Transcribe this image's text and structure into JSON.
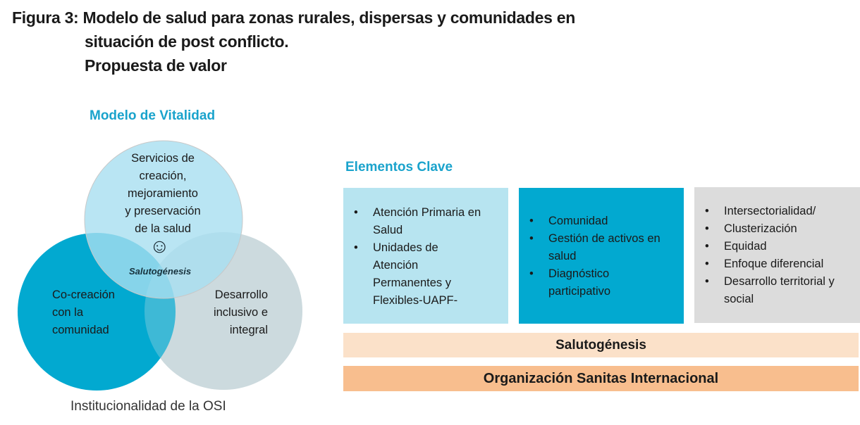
{
  "figure": {
    "title_line1": "Figura 3: Modelo de salud para zonas rurales, dispersas y comunidades en",
    "title_line2": "situación de post conflicto.",
    "title_line3": "Propuesta de valor"
  },
  "vitality_model": {
    "heading": "Modelo de Vitalidad",
    "circle_top": "Servicios de creación, mejoramiento y preservación de la salud",
    "circle_top_lines": [
      "Servicios de",
      "creación,",
      "mejoramiento",
      "y preservación",
      "de la salud"
    ],
    "center_icon": "smiley-icon",
    "center_symbol": "☺",
    "center_label": "Salutogénesis",
    "circle_left_lines": [
      "Co-creación",
      "con la",
      "comunidad"
    ],
    "circle_right_lines": [
      "Desarrollo",
      "inclusivo e",
      "integral"
    ],
    "footer": "Institucionalidad de la OSI"
  },
  "key_elements": {
    "heading": "Elementos Clave",
    "boxes": [
      {
        "items": [
          "Atención Primaria en Salud",
          "Unidades de Atención Permanentes y Flexibles-UAPF-"
        ]
      },
      {
        "items": [
          "Comunidad",
          "Gestión de activos en salud",
          "Diagnóstico participativo"
        ]
      },
      {
        "items": [
          "Intersectorialidad/",
          "Clusterización",
          "Equidad",
          "Enfoque diferencial",
          "Desarrollo territorial y social"
        ]
      }
    ],
    "bar_salutogenesis": "Salutogénesis",
    "bar_organization": "Organización Sanitas Internacional"
  },
  "colors": {
    "light_blue": "#b7e4f0",
    "teal": "#02a9d0",
    "gray": "#dcdcdc",
    "peach_light": "#fbe1c9",
    "peach": "#f8be8e",
    "heading": "#1aa3cc"
  }
}
